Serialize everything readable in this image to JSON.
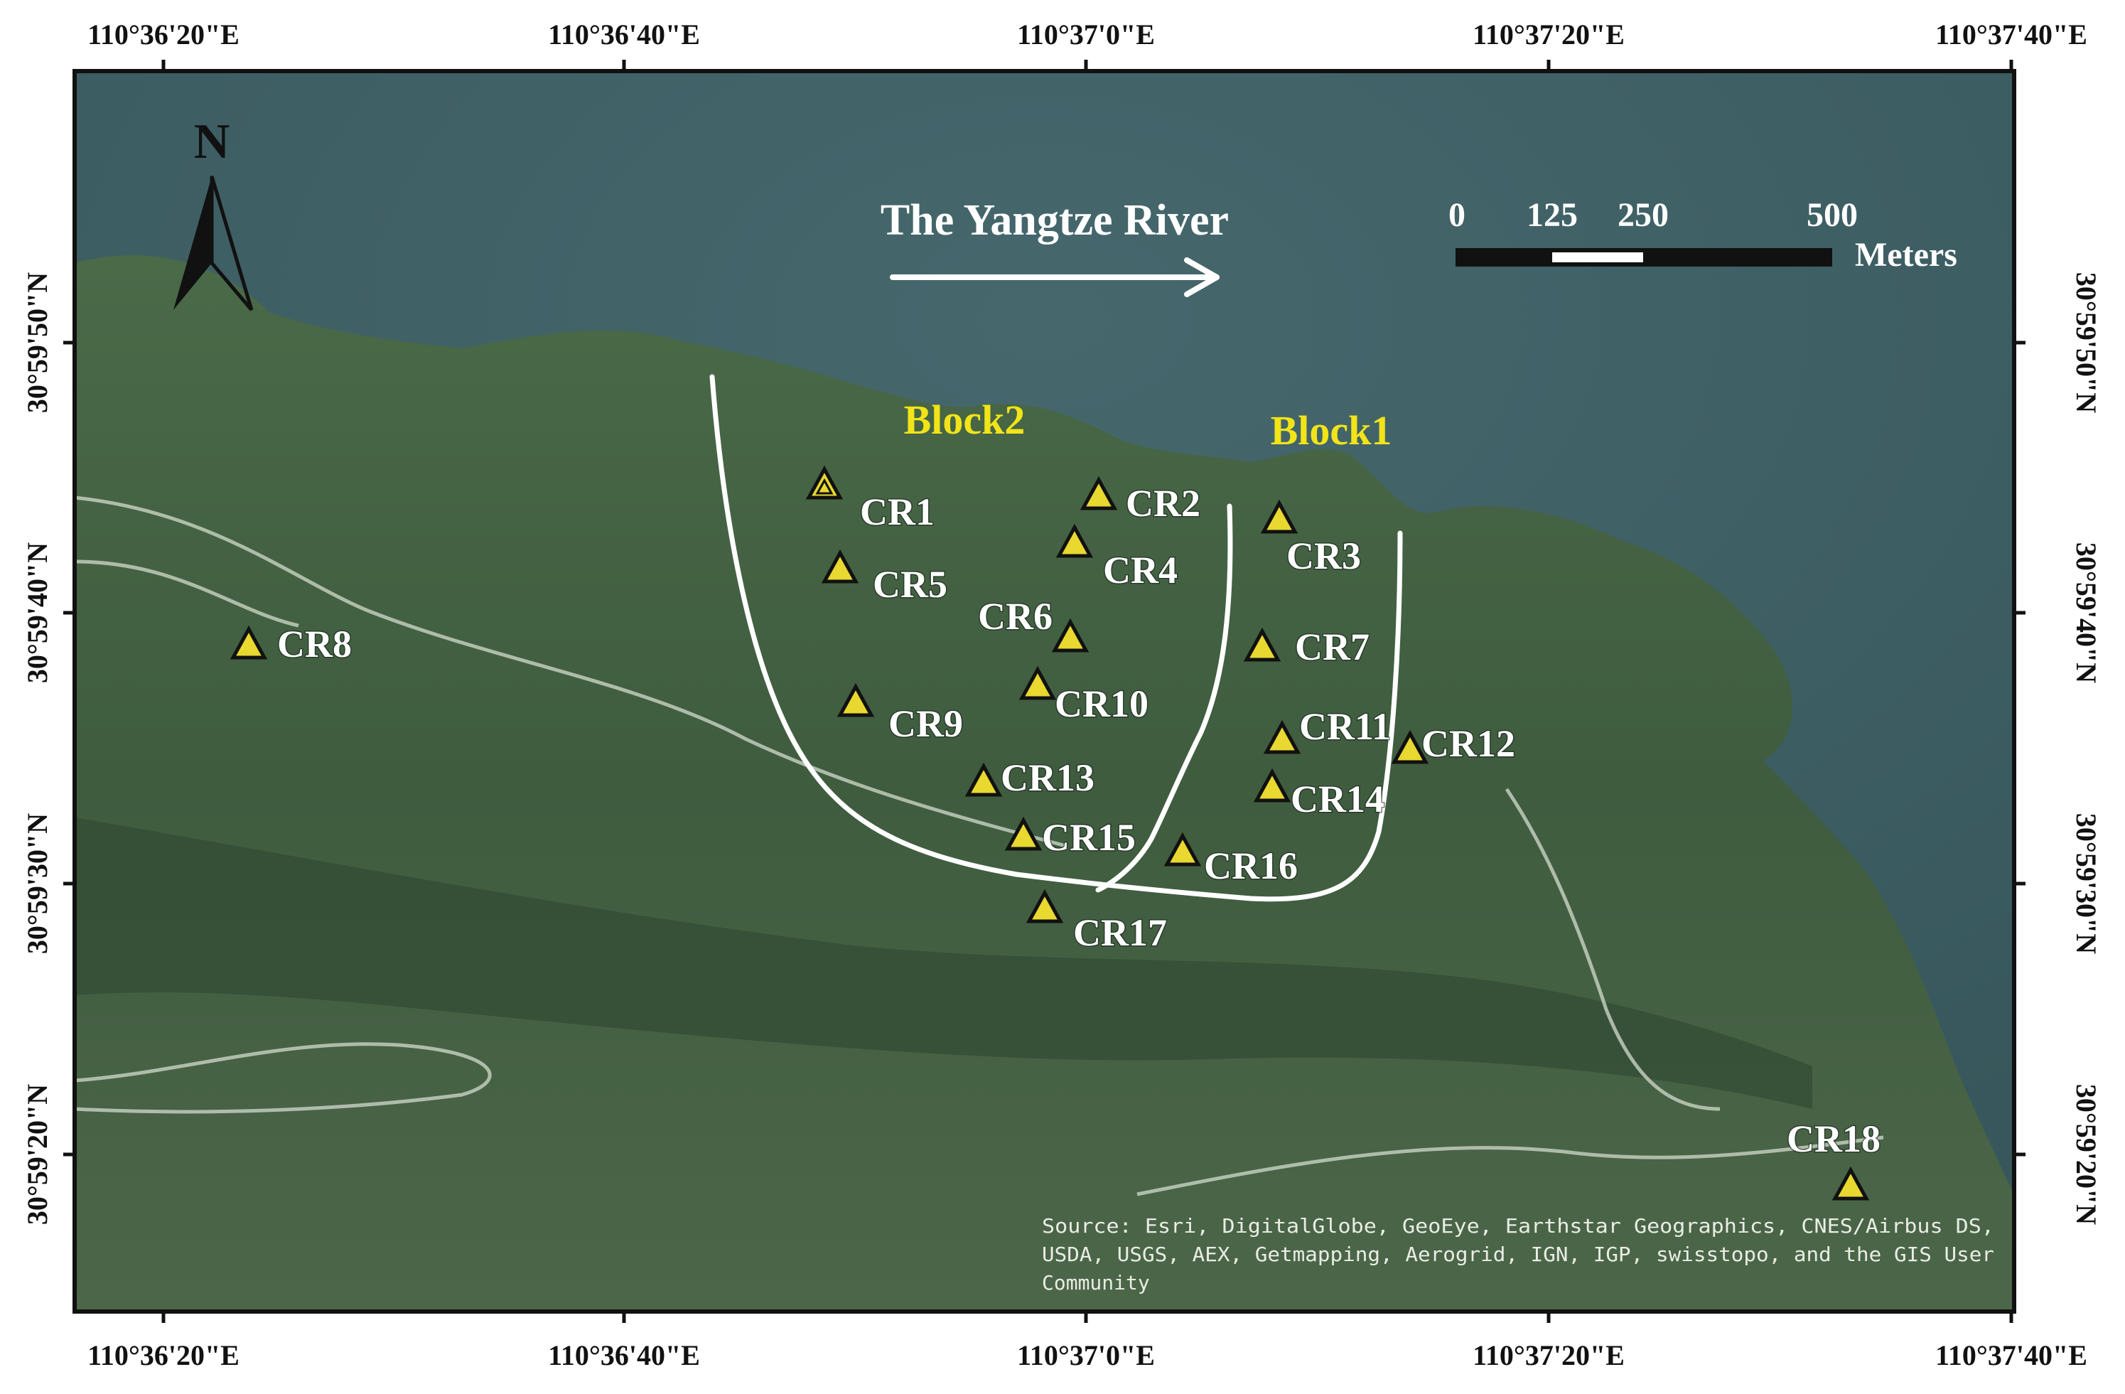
{
  "map": {
    "coords_top": [
      "110°36'20\"E",
      "110°36'40\"E",
      "110°37'0\"E",
      "110°37'20\"E",
      "110°37'40\"E"
    ],
    "coords_bottom": [
      "110°36'20\"E",
      "110°36'40\"E",
      "110°37'0\"E",
      "110°37'20\"E",
      "110°37'40\"E"
    ],
    "coords_left": [
      "30°59'50\"N",
      "30°59'40\"N",
      "30°59'30\"N",
      "30°59'20\"N"
    ],
    "coords_right": [
      "30°59'50\"N",
      "30°59'40\"N",
      "30°59'30\"N",
      "30°59'20\"N"
    ],
    "north_label": "N",
    "river_label": "The Yangtze River",
    "scale": {
      "ticks": [
        "0",
        "125",
        "250",
        "500"
      ],
      "unit": "Meters"
    },
    "blocks": [
      "Block2",
      "Block1"
    ],
    "sites": [
      "CR1",
      "CR2",
      "CR3",
      "CR4",
      "CR5",
      "CR6",
      "CR7",
      "CR8",
      "CR9",
      "CR10",
      "CR11",
      "CR12",
      "CR13",
      "CR14",
      "CR15",
      "CR16",
      "CR17",
      "CR18"
    ],
    "source_lines": [
      "Source: Esri, DigitalGlobe, GeoEye, Earthstar Geographics, CNES/Airbus DS,",
      "USDA, USGS, AEX, Getmapping, Aerogrid, IGN, IGP, swisstopo, and the GIS User",
      "Community"
    ],
    "colors": {
      "water": "#3d5e64",
      "land": "#3d5a40",
      "marker_fill": "#e8d830",
      "block_label": "#f2e418"
    }
  }
}
